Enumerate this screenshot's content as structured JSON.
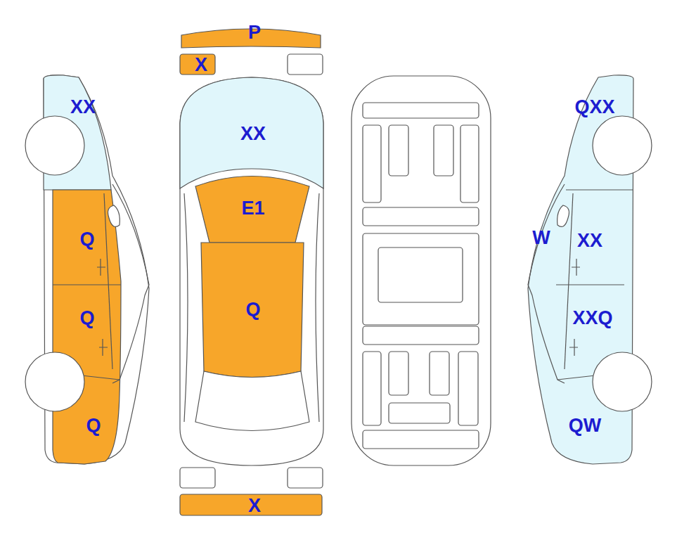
{
  "diagram": {
    "labels": [
      "P",
      "X",
      "XX",
      "XX",
      "QXX",
      "E1",
      "W",
      "Q",
      "XX",
      "Q",
      "Q",
      "XXQ",
      "Q",
      "QW",
      "X"
    ]
  }
}
